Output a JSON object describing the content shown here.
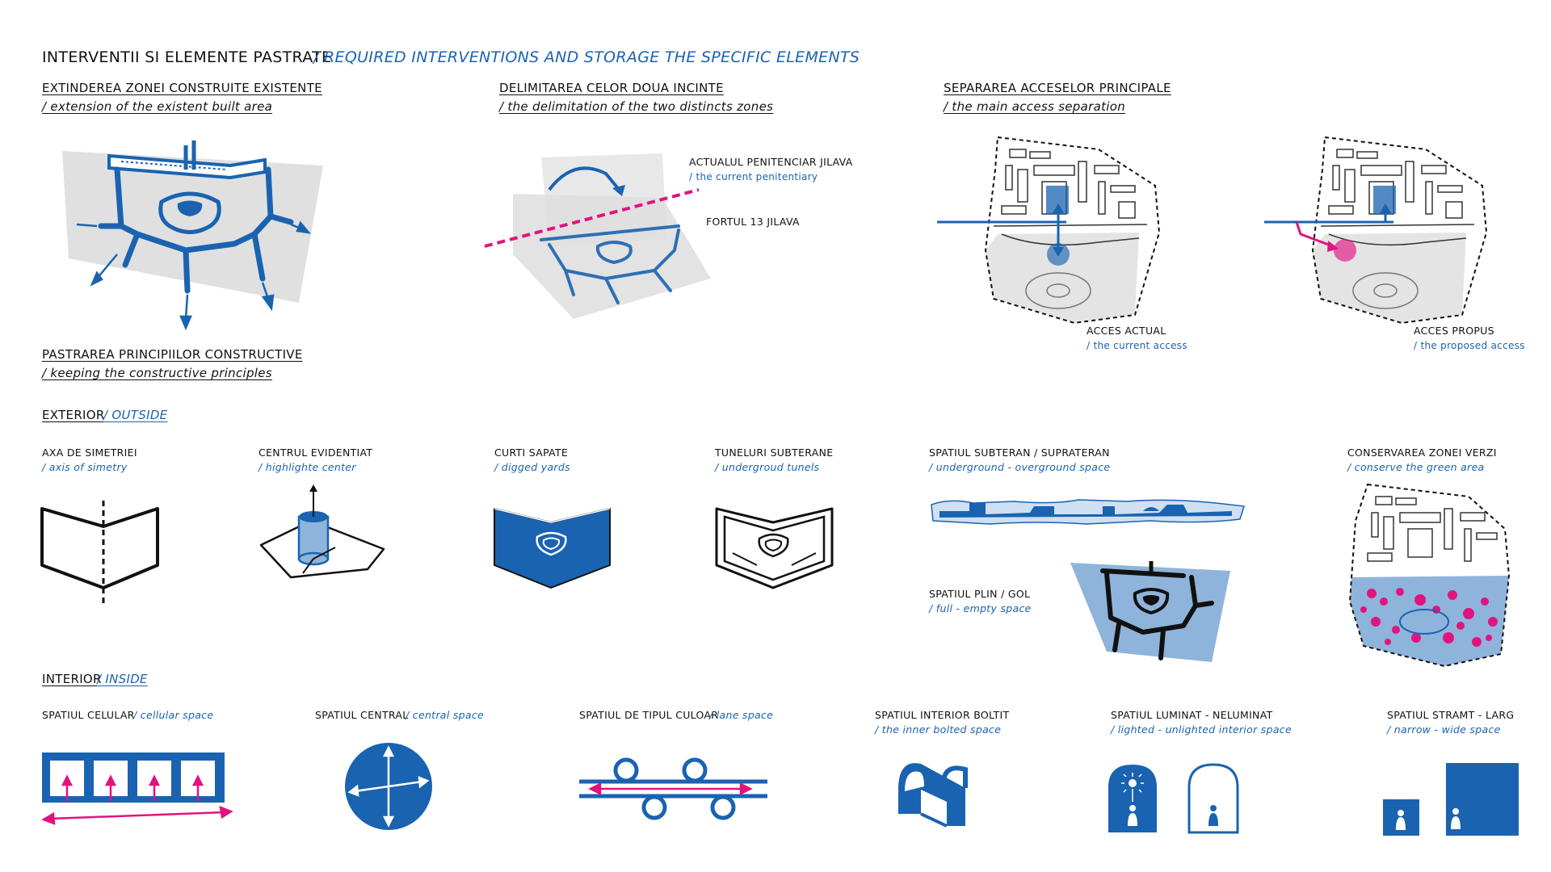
{
  "header": {
    "title": "INTERVENTII SI ELEMENTE PASTRATE",
    "subtitle": "/ REQUIRED INTERVENTIONS AND STORAGE THE SPECIFIC ELEMENTS"
  },
  "top_sections": {
    "extension": {
      "title": "EXTINDEREA ZONEI CONSTRUITE EXISTENTE",
      "subtitle": "/ extension of the existent built area"
    },
    "delimitation": {
      "title": "DELIMITAREA CELOR DOUA INCINTE",
      "subtitle": "/ the delimitation of the two distincts zones",
      "label_penitentiary": "ACTUALUL PENITENCIAR JILAVA",
      "label_penitentiary_sub": "/ the current penitentiary",
      "label_fort": "FORTUL 13 JILAVA"
    },
    "access": {
      "title": "SEPARAREA ACCESELOR PRINCIPALE",
      "subtitle": "/ the main access separation",
      "current": "ACCES ACTUAL",
      "current_sub": "/ the current access",
      "proposed": "ACCES PROPUS",
      "proposed_sub": "/ the proposed access"
    },
    "principles": {
      "title": "PASTRAREA PRINCIPIILOR CONSTRUCTIVE",
      "subtitle": "/ keeping the constructive principles"
    }
  },
  "exterior": {
    "heading": "EXTERIOR",
    "heading_sub": "/ OUTSIDE",
    "items": [
      {
        "title": "AXA DE SIMETRIEI",
        "subtitle": "/ axis of simetry"
      },
      {
        "title": "CENTRUL EVIDENTIAT",
        "subtitle": "/ highlighte center"
      },
      {
        "title": "CURTI SAPATE",
        "subtitle": "/ digged yards"
      },
      {
        "title": "TUNELURI SUBTERANE",
        "subtitle": "/ undergroud tunels"
      },
      {
        "title": "SPATIUL SUBTERAN / SUPRATERAN",
        "subtitle": "/ underground - overground space"
      },
      {
        "title": "SPATIUL PLIN / GOL",
        "subtitle": "/ full - empty space"
      },
      {
        "title": "CONSERVAREA ZONEI VERZI",
        "subtitle": "/ conserve the green area"
      }
    ]
  },
  "interior": {
    "heading": "INTERIOR",
    "heading_sub": "/ INSIDE",
    "items": [
      {
        "title": "SPATIUL CELULAR",
        "subtitle": "/ cellular space"
      },
      {
        "title": "SPATIUL CENTRAL",
        "subtitle": "/ central space"
      },
      {
        "title": "SPATIUL DE TIPUL CULOAR",
        "subtitle": "/ lane space"
      },
      {
        "title": "SPATIUL INTERIOR BOLTIT",
        "subtitle": "/ the inner bolted space"
      },
      {
        "title": "SPATIUL LUMINAT - NELUMINAT",
        "subtitle": "/ lighted - unlighted interior space"
      },
      {
        "title": "SPATIUL STRAMT - LARG",
        "subtitle": "/ narrow - wide space"
      }
    ]
  },
  "colors": {
    "blue": "#1a63b0",
    "light_blue": "#8fb4dc",
    "magenta": "#e0147f",
    "gray": "#e4e4e4",
    "black": "#111111"
  }
}
